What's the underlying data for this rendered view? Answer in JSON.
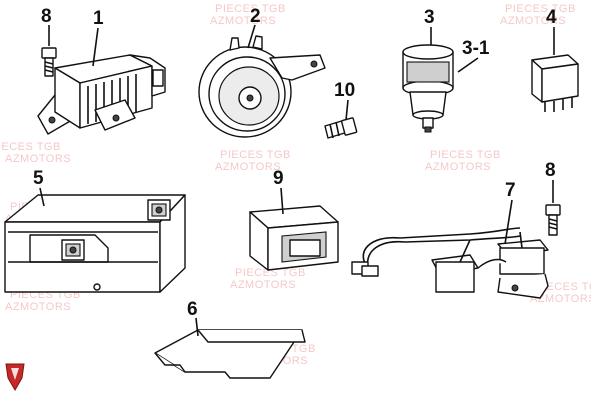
{
  "diagram": {
    "callouts": [
      {
        "id": "c8a",
        "label": "8"
      },
      {
        "id": "c1",
        "label": "1"
      },
      {
        "id": "c2",
        "label": "2"
      },
      {
        "id": "c3",
        "label": "3"
      },
      {
        "id": "c3-1",
        "label": "3-1"
      },
      {
        "id": "c4",
        "label": "4"
      },
      {
        "id": "c10",
        "label": "10"
      },
      {
        "id": "c5",
        "label": "5"
      },
      {
        "id": "c9",
        "label": "9"
      },
      {
        "id": "c7",
        "label": "7"
      },
      {
        "id": "c8b",
        "label": "8"
      },
      {
        "id": "c6",
        "label": "6"
      }
    ],
    "watermark": {
      "line1": "PIECES TGB",
      "line2": "AZMOTORS"
    },
    "colors": {
      "ink": "#111111",
      "watermark": "#ef9a9a",
      "logo": "#c62828"
    }
  }
}
